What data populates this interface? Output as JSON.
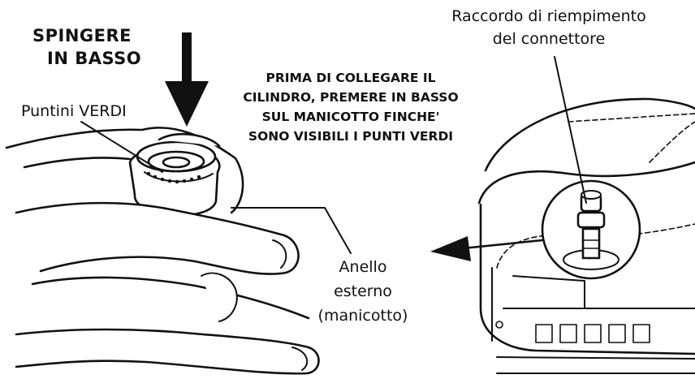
{
  "labels": {
    "push_line1": "SPINGERE",
    "push_line2": "IN BASSO",
    "instruction_lines": [
      "PRIMA DI COLLEGARE IL",
      "CILINDRO, PREMERE IN BASSO",
      "SUL MANICOTTO FINCHE'",
      "SONO VISIBILI I PUNTI VERDI"
    ],
    "green_dots": "Puntini VERDI",
    "fill_fitting_lines": [
      "Raccordo di riempimento",
      "del connettore"
    ],
    "outer_ring_lines": [
      "Anello",
      "esterno",
      "(manicotto)"
    ]
  },
  "icons": [
    "down-arrow-icon",
    "left-arrow-icon",
    "hand-illustration",
    "sleeve-connector-illustration",
    "device-illustration",
    "fill-fitting-illustration"
  ],
  "colors": {
    "line": "#111111",
    "background": "#ffffff"
  }
}
